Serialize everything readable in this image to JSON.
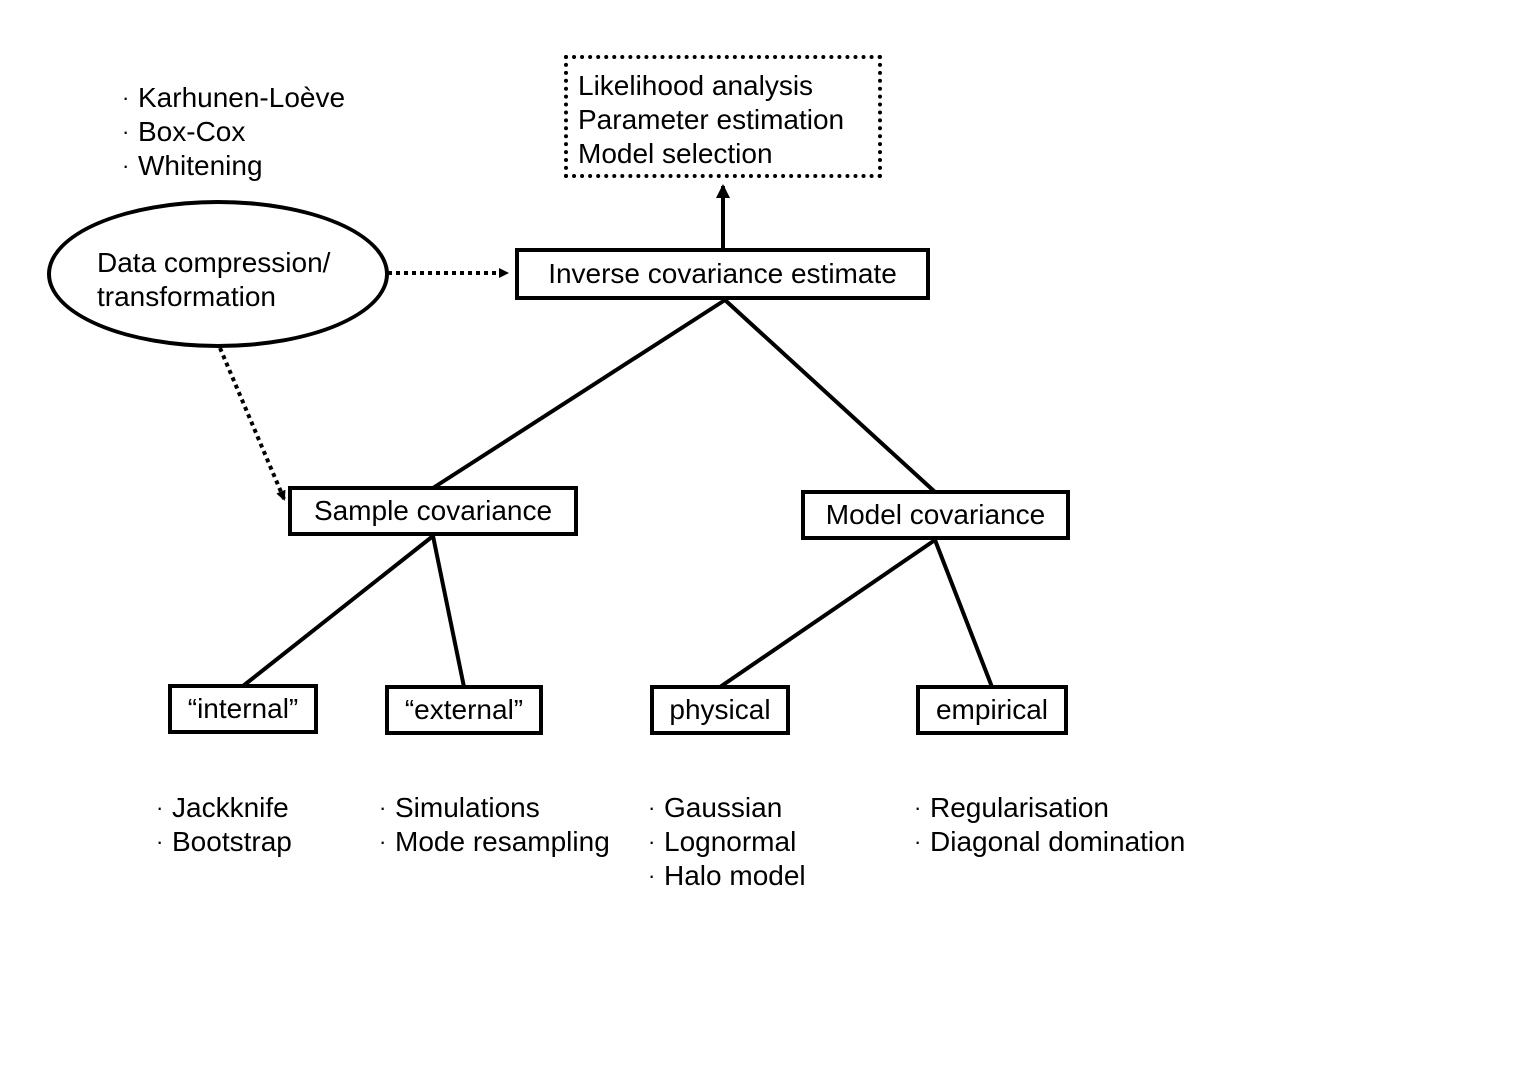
{
  "nodes": {
    "outcomes": [
      "Likelihood analysis",
      "Parameter estimation",
      "Model selection"
    ],
    "compression": [
      "Data compression/",
      "transformation"
    ],
    "inverse_covariance": "Inverse covariance estimate",
    "sample_covariance": "Sample covariance",
    "model_covariance": "Model covariance",
    "internal": "“internal”",
    "external": "“external”",
    "physical": "physical",
    "empirical": "empirical"
  },
  "bullet_glyph": "·",
  "bullet_lists": {
    "compression": [
      "Karhunen-Loève",
      "Box-Cox",
      "Whitening"
    ],
    "internal": [
      "Jackknife",
      "Bootstrap"
    ],
    "external": [
      "Simulations",
      "Mode resampling"
    ],
    "physical": [
      "Gaussian",
      "Lognormal",
      "Halo model"
    ],
    "empirical": [
      "Regularisation",
      "Diagonal domination"
    ]
  }
}
